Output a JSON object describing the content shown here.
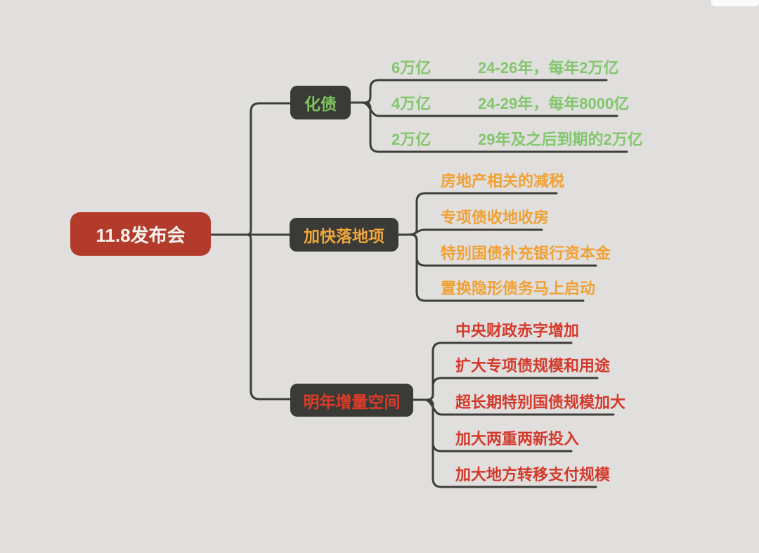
{
  "canvas": {
    "background_color": "#e0dfde",
    "line_color": "#3d3d3a"
  },
  "root": {
    "label": "11.8发布会",
    "bg_color": "#b23b2c",
    "text_color": "#f6f3ee"
  },
  "branches": [
    {
      "label": "化债",
      "node_bg": "#3a3a37",
      "text_color": "#7dc45f",
      "children": [
        {
          "value": "6万亿",
          "detail": "24-26年，每年2万亿"
        },
        {
          "value": "4万亿",
          "detail": "24-29年，每年8000亿"
        },
        {
          "value": "2万亿",
          "detail": "29年及之后到期的2万亿"
        }
      ]
    },
    {
      "label": "加快落地项",
      "node_bg": "#3a3a37",
      "text_color": "#f0a63c",
      "children": [
        {
          "detail": "房地产相关的减税"
        },
        {
          "detail": "专项债收地收房"
        },
        {
          "detail": "特别国债补充银行资本金"
        },
        {
          "detail": "置换隐形债务马上启动"
        }
      ]
    },
    {
      "label": "明年增量空间",
      "node_bg": "#3a3a37",
      "text_color": "#dd3b28",
      "children": [
        {
          "detail": "中央财政赤字增加"
        },
        {
          "detail": "扩大专项债规模和用途"
        },
        {
          "detail": "超长期特别国债规模加大"
        },
        {
          "detail": "加大两重两新投入"
        },
        {
          "detail": "加大地方转移支付规模"
        }
      ]
    }
  ]
}
